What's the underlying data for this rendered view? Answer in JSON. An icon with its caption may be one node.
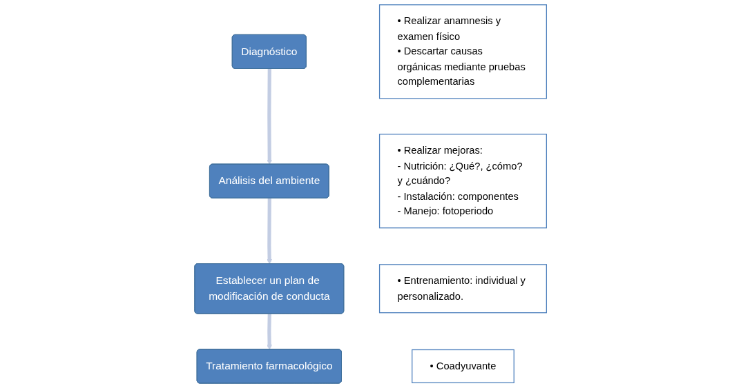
{
  "diagram": {
    "nodes": [
      {
        "text": [
          "Diagnóstico"
        ]
      },
      {
        "text": [
          "• Realizar anamnesis y examen físico",
          "• Descartar causas orgánicas mediante pruebas complementarias"
        ]
      },
      {
        "text": [
          "Análisis del ambiente"
        ]
      },
      {
        "text": [
          "• Realizar mejoras:",
          "- Nutrición: ¿Qué?, ¿cómo? y ¿cuándo?",
          "- Instalación: componentes",
          "- Manejo: fotoperiodo"
        ]
      },
      {
        "text": [
          "Establecer un plan de modificación de conducta"
        ]
      },
      {
        "text": [
          "• Entrenamiento: individual y personalizado."
        ]
      },
      {
        "text": [
          "Tratamiento farmacológico"
        ]
      },
      {
        "text": [
          "• Coadyuvante"
        ]
      }
    ],
    "edges": [
      {
        "from": 0,
        "to": 2,
        "arrow": "to"
      },
      {
        "from": 2,
        "to": 4,
        "arrow": "to"
      },
      {
        "from": 4,
        "to": 6,
        "arrow": "to"
      }
    ]
  }
}
